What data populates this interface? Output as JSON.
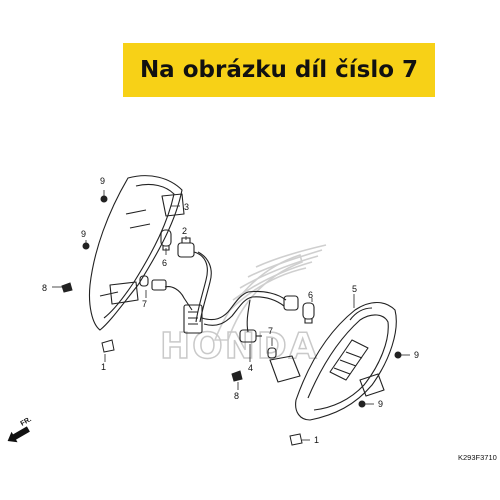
{
  "banner": {
    "text": "Na obrázku díl číslo 7",
    "color": "#f7d117"
  },
  "watermark": {
    "text": "HONDA",
    "color": "#c9c9c9"
  },
  "callouts": [
    "9",
    "3",
    "2",
    "9",
    "6",
    "8",
    "7",
    "1",
    "7",
    "6",
    "5",
    "4",
    "9",
    "8",
    "9",
    "1"
  ],
  "direction_label": "FR.",
  "diagram_code": "K293F3710"
}
